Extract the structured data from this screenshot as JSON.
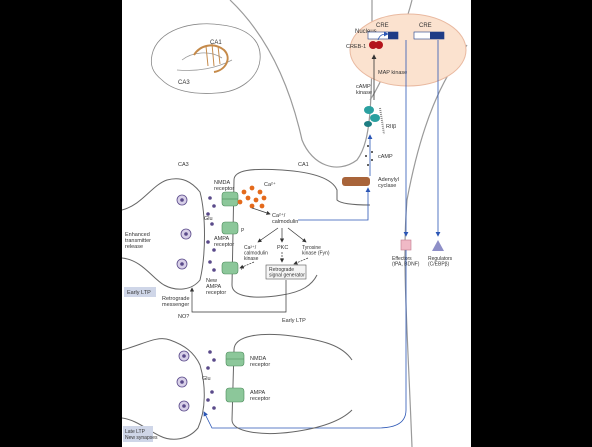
{
  "labels": {
    "ca1_top": "CA1",
    "ca3_top": "CA3",
    "nucleus": "Nucleus",
    "cre_left": "CRE",
    "cre_right": "CRE",
    "creb1": "CREB-1",
    "map_kinase": "MAP kinase",
    "camp_kinase": "cAMP\nkinase",
    "rii_beta": "RIIβ",
    "camp": "cAMP",
    "adenylyl_cyclase": "Adenylyl\ncyclase",
    "ca3_mid": "CA3",
    "ca1_mid": "CA1",
    "nmda_receptor_top": "NMDA\nreceptor",
    "ca2plus": "Ca²⁺",
    "glu_top": "Glu",
    "ampa_receptor_top": "AMPA\nreceptor",
    "new_ampa": "New\nAMPA\nreceptor",
    "ca_calmodulin": "Ca²⁺/\ncalmodulin",
    "ca_cam_kinase": "Ca²⁺/\ncalmodulin\nkinase",
    "pkc": "PKC",
    "tyrosine_kinase": "Tyrosine\nkinase (Fyn)",
    "retrograde_generator": "Retrograde\nsignal generator",
    "enhanced_release": "Enhanced\ntransmitter\nrelease",
    "early_ltp_box": "Early LTP",
    "retrograde_messenger": "Retrograde\nmessenger",
    "no": "NO?",
    "early_ltp_label": "Early LTP",
    "effectors": "Effectors\n(tPA, BDNF)",
    "regulators": "Regulators\n(C/EBPβ)",
    "glu_bottom": "Glu",
    "nmda_receptor_bottom": "NMDA\nreceptor",
    "ampa_receptor_bottom": "AMPA\nreceptor",
    "late_ltp_box": "Late LTP\nNew synapses",
    "p": "P"
  },
  "colors": {
    "nucleus_fill": "#fbe2cf",
    "nucleus_stroke": "#e9b9a0",
    "cre_blue": "#1f3c86",
    "creb_red": "#b3141b",
    "kinase_teal": "#2aa0a0",
    "receptor_green": "#8cc79a",
    "vesicle_purple": "#5a4a8a",
    "ca_orange": "#e46a1c",
    "cyclase_brown": "#a8643a",
    "arrow_blue": "#2b56b5",
    "effector_pink": "#f0b9c6",
    "regulator_purple": "#8e8fc7",
    "early_box": "#cfd6e8"
  }
}
